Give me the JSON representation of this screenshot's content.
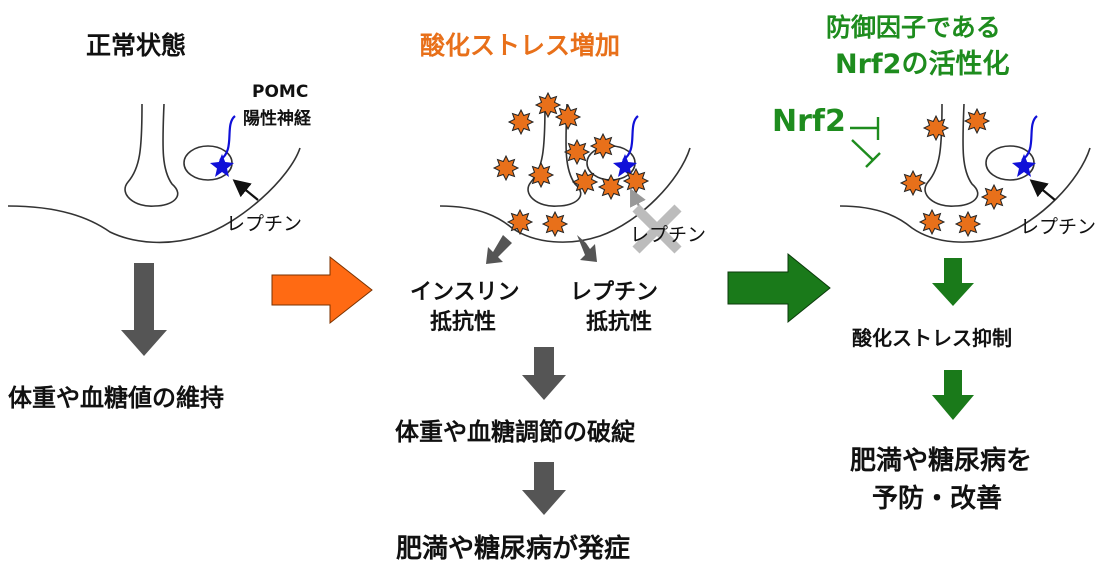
{
  "panel_normal": {
    "title": "正常状態",
    "pomc_line1": "POMC",
    "pomc_line2": "陽性神経",
    "leptin": "レプチン",
    "result": "体重や血糖値の維持"
  },
  "panel_stress": {
    "title": "酸化ストレス増加",
    "leptin": "レプチン",
    "insulin_res_line1": "インスリン",
    "insulin_res_line2": "抵抗性",
    "leptin_res_line1": "レプチン",
    "leptin_res_line2": "抵抗性",
    "result1": "体重や血糖調節の破綻",
    "result2": "肥満や糖尿病が発症"
  },
  "panel_nrf2": {
    "title_line1": "防御因子である",
    "title_line2": "Nrf2の活性化",
    "nrf2": "Nrf2",
    "leptin": "レプチン",
    "result1": "酸化ストレス抑制",
    "result2_line1": "肥満や糖尿病を",
    "result2_line2": "予防・改善"
  },
  "colors": {
    "stress_title": "#e8701a",
    "nrf2_title": "#1e8c1e",
    "neuron": "#1010d8",
    "ros_fill": "#e8701a",
    "gray_arrow": "#555555",
    "orange_arrow": "#ff6a13",
    "green_arrow": "#1a7a1a",
    "cross": "#bcbcbc"
  }
}
